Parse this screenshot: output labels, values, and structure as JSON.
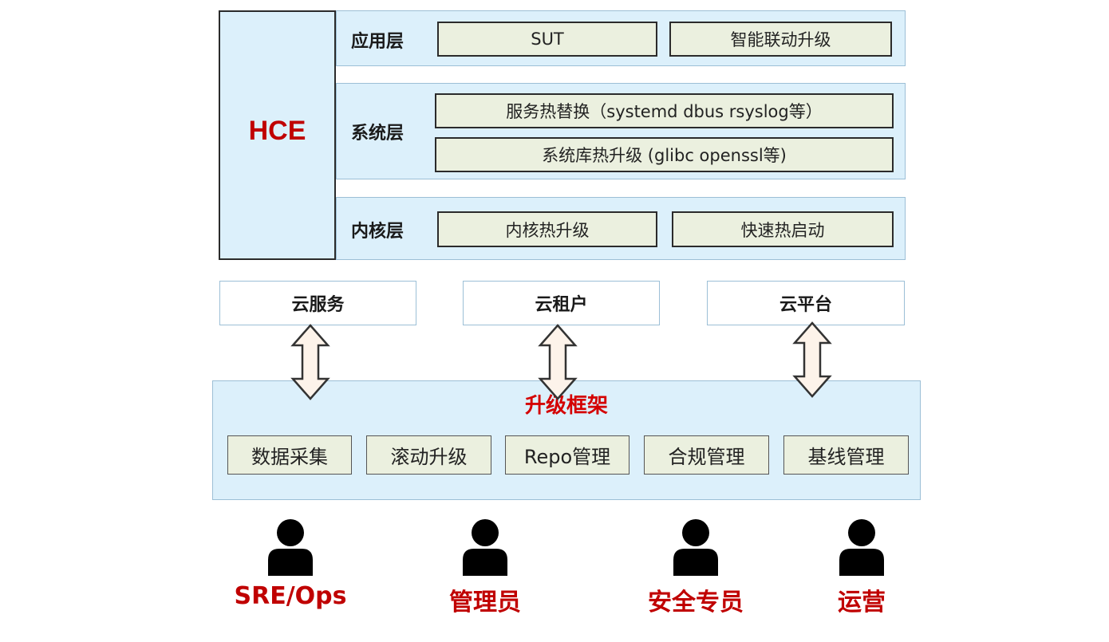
{
  "hce": {
    "title": "HCE"
  },
  "layers": {
    "app": {
      "label": "应用层",
      "items": [
        "SUT",
        "智能联动升级"
      ]
    },
    "system": {
      "label": "系统层",
      "items": [
        "服务热替换（systemd  dbus  rsyslog等）",
        "系统库热升级 (glibc openssl等)"
      ]
    },
    "kernel": {
      "label": "内核层",
      "items": [
        "内核热升级",
        "快速热启动"
      ]
    }
  },
  "clouds": [
    "云服务",
    "云租户",
    "云平台"
  ],
  "framework": {
    "title": "升级框架",
    "items": [
      "数据采集",
      "滚动升级",
      "Repo管理",
      "合规管理",
      "基线管理"
    ]
  },
  "roles": [
    "SRE/Ops",
    "管理员",
    "安全专员",
    "运营"
  ],
  "icons": {
    "arrow": "double-vertical-arrow-icon",
    "person": "person-icon"
  },
  "colors": {
    "accent_red": "#c00000",
    "panel_blue": "#dcf0fb",
    "item_fill": "#ebf0df"
  }
}
